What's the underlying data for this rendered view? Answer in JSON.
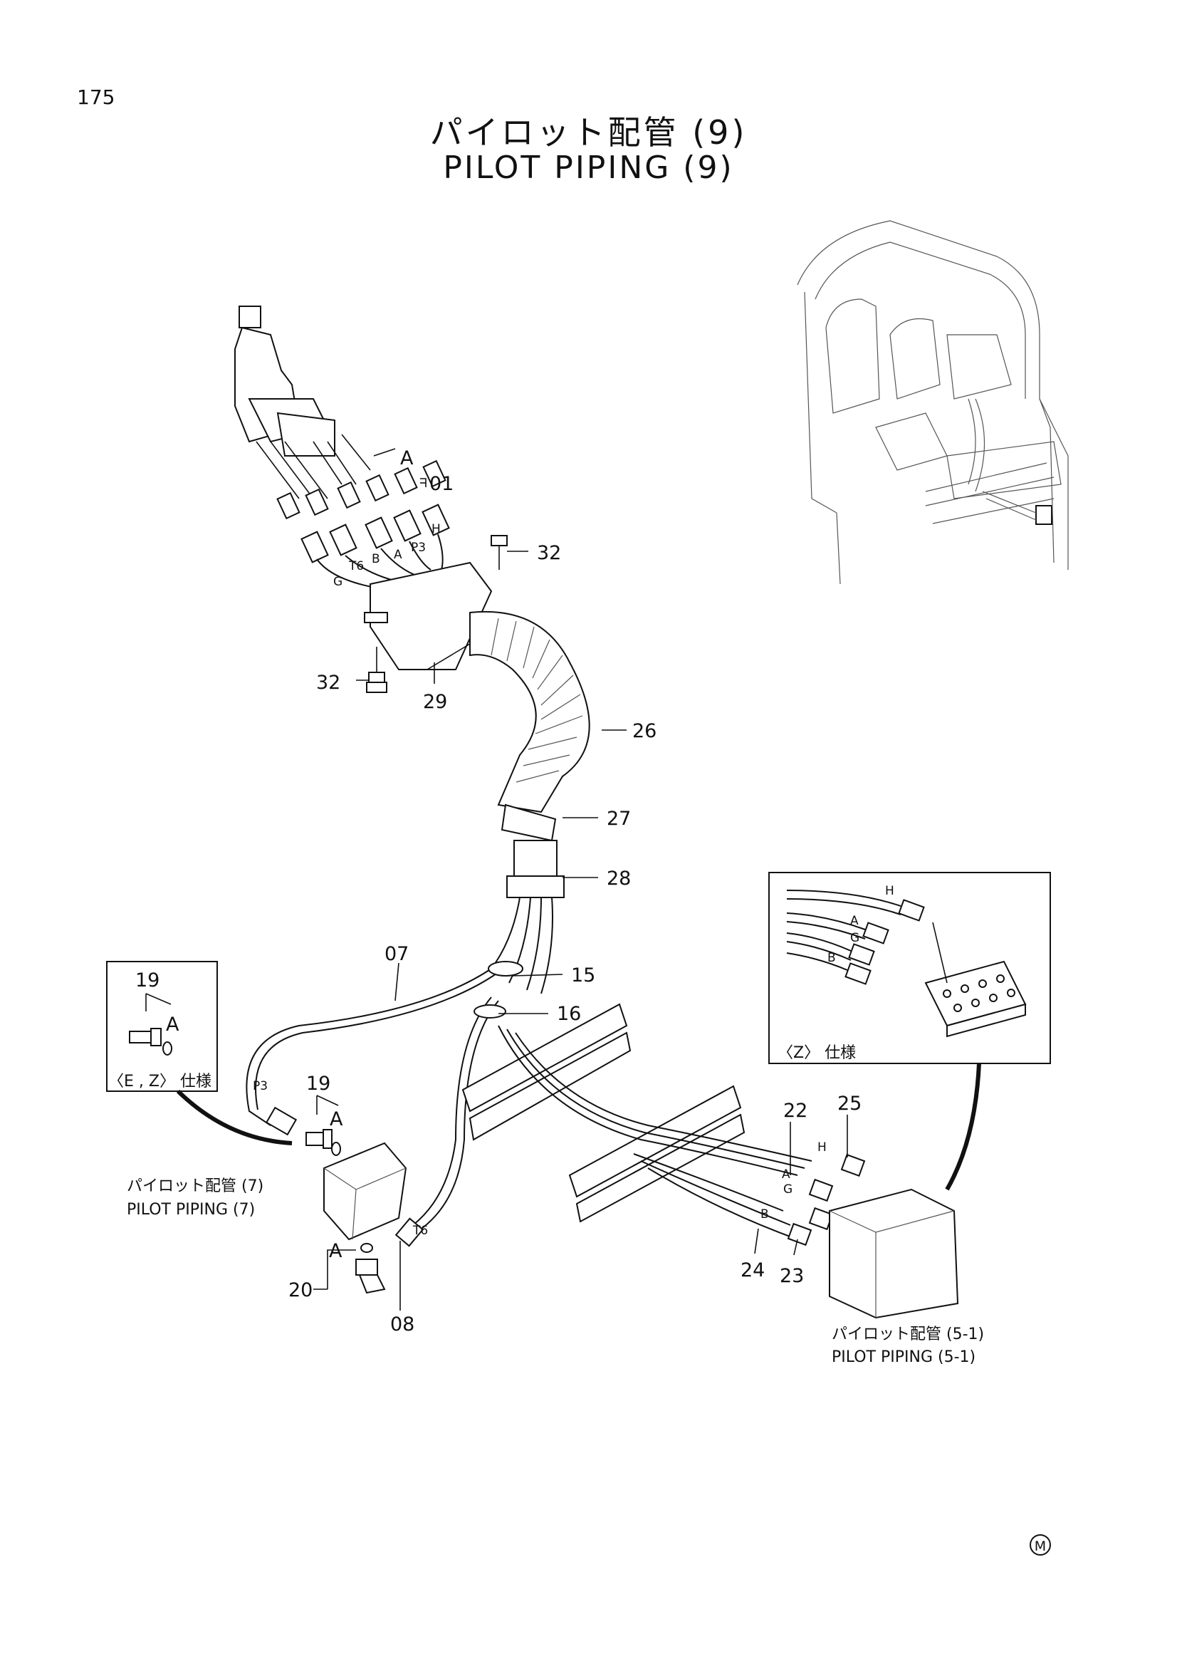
{
  "page_number": "175",
  "title_ja": "パイロット配管 (9)",
  "title_en": "PILOT PIPING (9)",
  "callouts": {
    "c01": "01",
    "c07": "07",
    "c08": "08",
    "c15": "15",
    "c16": "16",
    "c19a": "19",
    "c19b": "19",
    "c20": "20",
    "c22": "22",
    "c23": "23",
    "c24": "24",
    "c25": "25",
    "c26": "26",
    "c27": "27",
    "c28": "28",
    "c29": "29",
    "c32a": "32",
    "c32b": "32"
  },
  "ports": {
    "H": "H",
    "P3": "P3",
    "A": "A",
    "B": "B",
    "T6": "T6",
    "G": "G",
    "P3_left": "P3",
    "T6_lower": "T6",
    "H_right": "H",
    "A_right": "A",
    "G_right": "G",
    "B_right": "B",
    "H_z": "H",
    "A_z": "A",
    "G_z": "G",
    "B_z": "B"
  },
  "view_letters": {
    "a1": "A",
    "a2": "A",
    "a3": "A",
    "a4": "A"
  },
  "spec_ez": "〈E , Z〉 仕様",
  "spec_z": "〈Z〉 仕様",
  "refs": {
    "p7_ja": "パイロット配管 (7)",
    "p7_en": "PILOT PIPING (7)",
    "p51_ja": "パイロット配管 (5-1)",
    "p51_en": "PILOT PIPING (5-1)"
  },
  "footer_mark": "M"
}
